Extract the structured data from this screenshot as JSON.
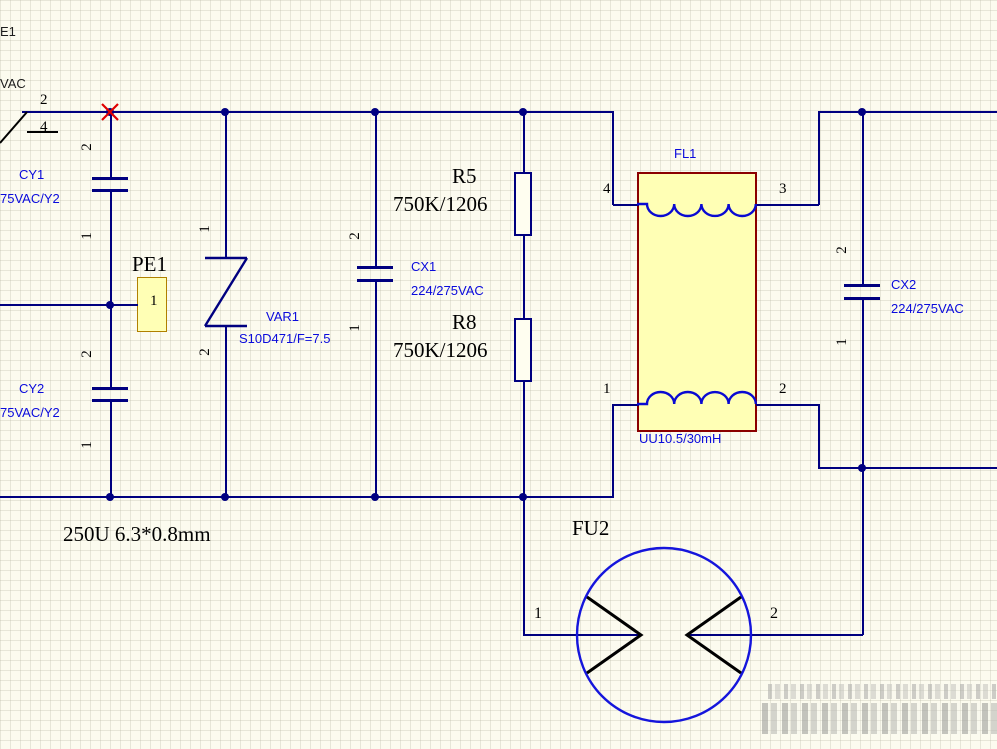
{
  "colors": {
    "background": "#FCFBEF",
    "wire": "#000080",
    "designator_blue": "#0A0ADC",
    "component_fill": "#FFFFB5",
    "component_border": "#8B0000",
    "fuse_circle_blue": "#1515DC",
    "no_erc_marker_red": "#E00000"
  },
  "edge_component": {
    "ref_fragment": "E1",
    "value_fragment": "VAC",
    "pin_upper": "2",
    "pin_lower": "4"
  },
  "components": {
    "cy1": {
      "ref": "CY1",
      "value": "75VAC/Y2",
      "pin_top": "2",
      "pin_bottom": "1"
    },
    "cy2": {
      "ref": "CY2",
      "value": "75VAC/Y2",
      "pin_top": "2",
      "pin_bottom": "1"
    },
    "pe1": {
      "ref": "PE1",
      "pin": "1"
    },
    "var1": {
      "ref": "VAR1",
      "value": "S10D471/F=7.5",
      "pin_top": "1",
      "pin_bottom": "2"
    },
    "cx1": {
      "ref": "CX1",
      "value": "224/275VAC",
      "pin_top": "2",
      "pin_bottom": "1"
    },
    "r5": {
      "ref": "R5",
      "value": "750K/1206"
    },
    "r8": {
      "ref": "R8",
      "value": "750K/1206"
    },
    "fl1": {
      "ref": "FL1",
      "value": "UU10.5/30mH",
      "pin_top_left": "4",
      "pin_top_right": "3",
      "pin_bottom_left": "1",
      "pin_bottom_right": "2"
    },
    "cx2": {
      "ref": "CX2",
      "value": "224/275VAC",
      "pin_top": "2",
      "pin_bottom": "1"
    },
    "fu2": {
      "ref": "FU2",
      "pin_left": "1",
      "pin_right": "2"
    }
  },
  "annotations": {
    "note": "250U 6.3*0.8mm"
  }
}
